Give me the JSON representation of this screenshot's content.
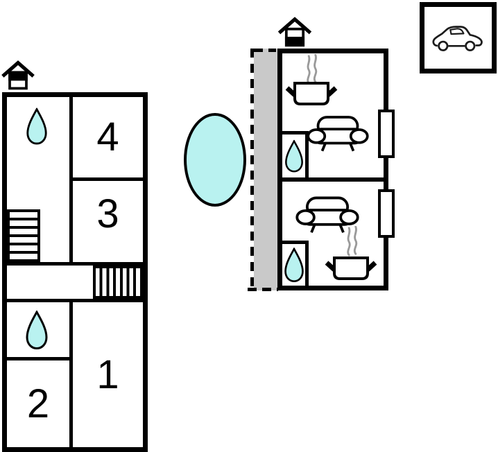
{
  "page": {
    "type": "holiday-home-floor-plan",
    "background": "#ffffff"
  },
  "colors": {
    "wall": "#000000",
    "water": "#b9f2f0",
    "terrace_gray": "#c9c9c9",
    "steam_gray": "#9a9a9a"
  },
  "main_house": {
    "level_icon": "house-upper-level-icon",
    "rooms": {
      "r1": {
        "label": "1"
      },
      "r2": {
        "label": "2"
      },
      "r3": {
        "label": "3"
      },
      "r4": {
        "label": "4"
      }
    },
    "features": [
      "water-drop-icon",
      "water-drop-icon",
      "stairs-icon",
      "staircase-hatch"
    ]
  },
  "annex": {
    "level_icon": "house-ground-level-icon",
    "terrace": "gray-dashed-terrace",
    "unit_top": {
      "features": [
        "steam-icon",
        "cooking-pot-icon",
        "sofa-icon",
        "water-drop-icon",
        "window"
      ]
    },
    "unit_bottom": {
      "features": [
        "sofa-icon",
        "steam-icon",
        "cooking-pot-icon",
        "water-drop-icon",
        "window"
      ]
    }
  },
  "site": {
    "pool": {
      "shape": "ellipse",
      "color": "#b9f2f0"
    },
    "parking": {
      "icon": "car-icon"
    }
  }
}
